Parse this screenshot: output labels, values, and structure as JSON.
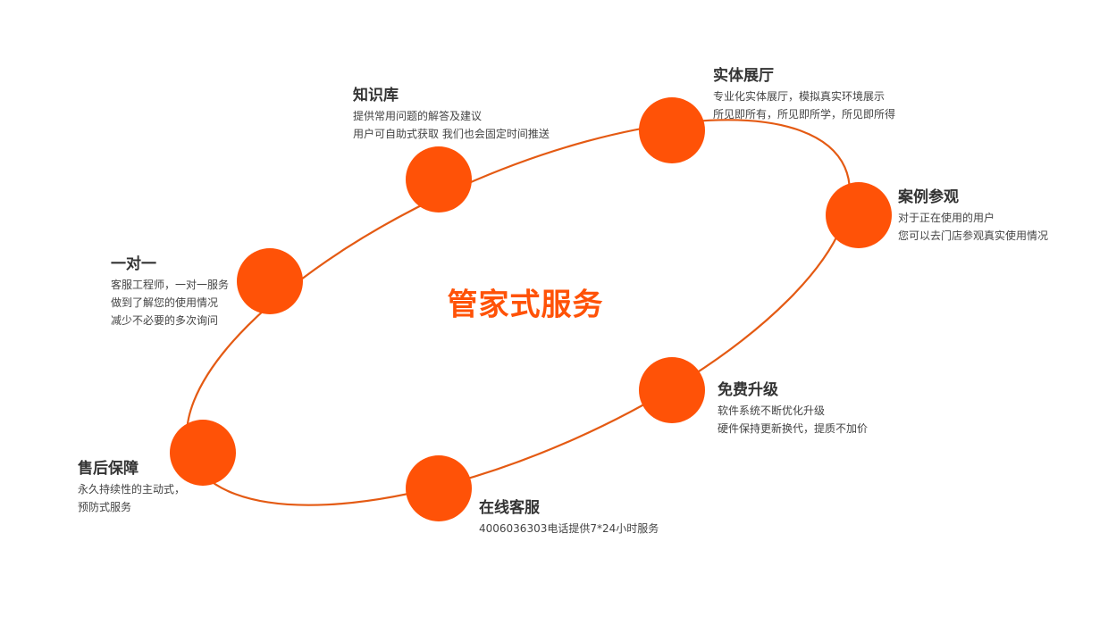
{
  "colors": {
    "accent": "#ff5207",
    "ring": "#e45a13",
    "text": "#333333"
  },
  "center_title": "管家式服务",
  "items": [
    {
      "id": "zhishiku",
      "title": "知识库",
      "lines": [
        "提供常用问题的解答及建议",
        "用户可自助式获取  我们也会固定时间推送"
      ]
    },
    {
      "id": "shiti-zhanting",
      "title": "实体展厅",
      "lines": [
        "专业化实体展厅，模拟真实环境展示",
        "所见即所有，所见即所学，所见即所得"
      ]
    },
    {
      "id": "anli-canguan",
      "title": "案例参观",
      "lines": [
        "对于正在使用的用户",
        "您可以去门店参观真实使用情况"
      ]
    },
    {
      "id": "yiduiyi",
      "title": "一对一",
      "lines": [
        "客服工程师，一对一服务",
        "做到了解您的使用情况",
        "减少不必要的多次询问"
      ]
    },
    {
      "id": "mianfei-shengji",
      "title": "免费升级",
      "lines": [
        "软件系统不断优化升级",
        "硬件保持更新换代，提质不加价"
      ]
    },
    {
      "id": "shouhou-baozhang",
      "title": "售后保障",
      "lines": [
        "永久持续性的主动式，",
        "预防式服务"
      ]
    },
    {
      "id": "zaixian-kefu",
      "title": "在线客服",
      "lines": [
        "4006036303电话提供7*24小时服务"
      ]
    }
  ]
}
